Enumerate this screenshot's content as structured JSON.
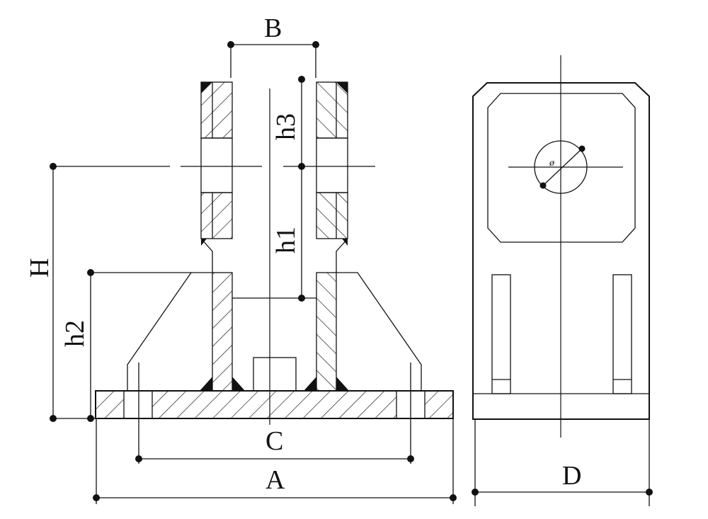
{
  "dimensions": {
    "B": "B",
    "C": "C",
    "A": "A",
    "D": "D",
    "H": "H",
    "h1": "h1",
    "h2": "h2",
    "h3": "h3",
    "diameter": "ø"
  }
}
